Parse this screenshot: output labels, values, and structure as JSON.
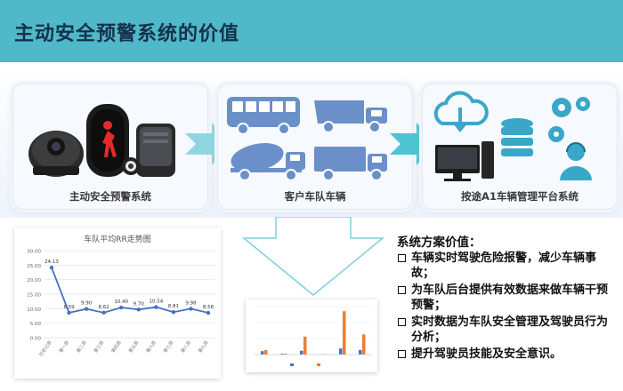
{
  "page": {
    "title": "主动安全预警系统的价值"
  },
  "flow": {
    "panels": [
      {
        "caption": "主动安全预警系统"
      },
      {
        "caption": "客户车队车辆"
      },
      {
        "caption": "按途A1车辆管理平台系统"
      }
    ],
    "accent_color": "#4fc3d4",
    "vehicle_color": "#6b90c9",
    "icon_color": "#3aa6c9"
  },
  "value": {
    "title": "系统方案价值：",
    "items": [
      "车辆实时驾驶危险报警，减少车辆事故；",
      "为车队后台提供有效数据来做车辆干预预警；",
      "实时数据为车队安全管理及驾驶员行为分析；",
      "提升驾驶员技能及安全意识。"
    ]
  },
  "chart_data": [
    {
      "type": "line",
      "title": "车队平均RR走势图",
      "categories": [
        "历史记录",
        "第一周",
        "第二周",
        "第三周",
        "第四周",
        "第五周",
        "第六周",
        "第七周",
        "第八周",
        "第九周"
      ],
      "values": [
        24.13,
        8.59,
        9.9,
        8.62,
        10.4,
        9.7,
        10.54,
        8.81,
        9.98,
        8.56
      ],
      "value_labels": [
        "24.13",
        "8.59",
        "9.90",
        "8.62",
        "10.40",
        "9.70",
        "10.54",
        "8.81",
        "9.98",
        "8.56"
      ],
      "ylim": [
        0,
        30
      ],
      "y_ticks": [
        "0.00",
        "5.00",
        "10.00",
        "15.00",
        "20.00",
        "25.00",
        "30.00"
      ],
      "grid": true,
      "color": "#4472c4"
    },
    {
      "type": "bar",
      "categories": [
        "",
        "",
        "",
        "",
        "",
        ""
      ],
      "series": [
        {
          "values": [
            2.1,
            0.5,
            2.4,
            0.1,
            3.8,
            2.9
          ],
          "color": "#4472c4"
        },
        {
          "values": [
            2.8,
            0.6,
            11.2,
            0.2,
            27.1,
            12.6
          ],
          "color": "#ed7d31"
        }
      ],
      "ylim": [
        0,
        30
      ],
      "legend": "bottom"
    }
  ]
}
